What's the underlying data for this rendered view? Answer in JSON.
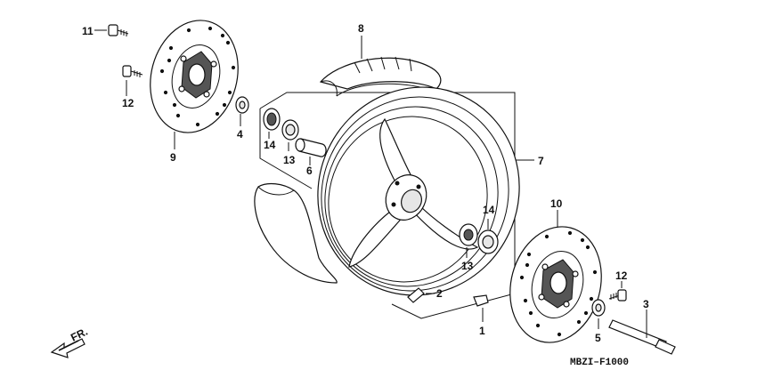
{
  "diagram": {
    "callouts": {
      "c1": "1",
      "c2": "2",
      "c3": "3",
      "c4": "4",
      "c5": "5",
      "c6": "6",
      "c7": "7",
      "c8": "8",
      "c9": "9",
      "c10": "10",
      "c11": "11",
      "c12a": "12",
      "c12b": "12",
      "c13a": "13",
      "c13b": "13",
      "c14a": "14",
      "c14b": "14"
    },
    "direction_label": "FR.",
    "diagram_code": "MBZI–F1000"
  }
}
